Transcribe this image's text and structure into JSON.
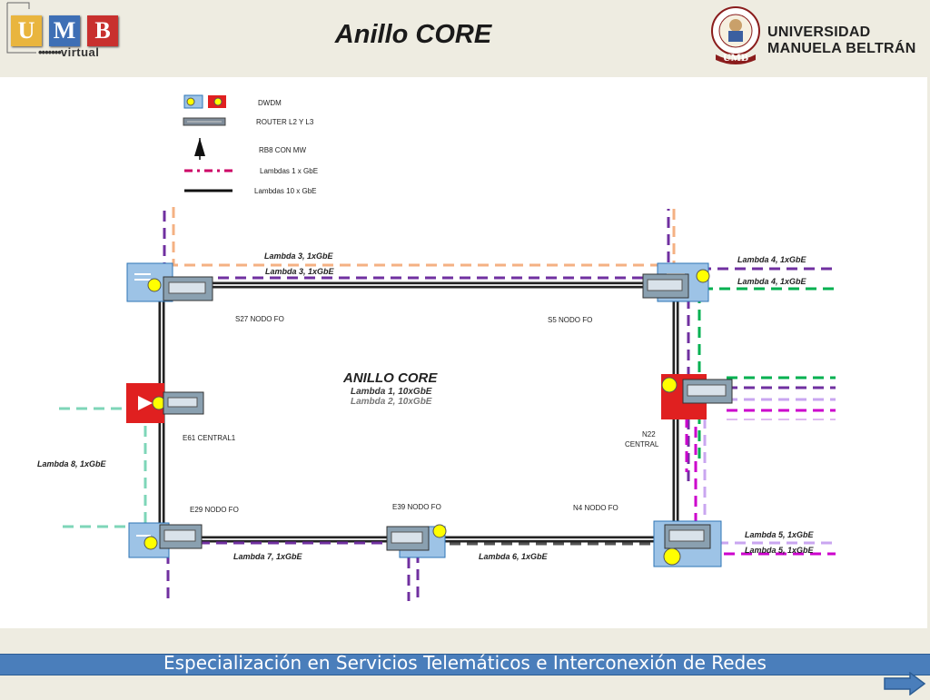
{
  "header": {
    "title": "Anillo CORE",
    "logo_left": {
      "letters": [
        "U",
        "M",
        "B"
      ],
      "sub": "virtual",
      "colors": [
        "#e9b53e",
        "#3e6fb5",
        "#c8302e"
      ]
    },
    "logo_right": {
      "line1": "UNIVERSIDAD",
      "line2": "MANUELA BELTRÁN",
      "seal_text": "UMB"
    }
  },
  "legend": [
    {
      "icon": "dwdm-icon",
      "label": "DWDM"
    },
    {
      "icon": "router-icon",
      "label": "ROUTER L2 Y L3"
    },
    {
      "icon": "antenna-icon",
      "label": "RB8 CON MW"
    },
    {
      "icon": "dashed-line-icon",
      "label": "Lambdas 1 x GbE"
    },
    {
      "icon": "solid-line-icon",
      "label": "Lambdas 10 x GbE"
    }
  ],
  "ring": {
    "title": "ANILLO CORE",
    "line1": "Lambda 1, 10xGbE",
    "line2": "Lambda 2, 10xGbE"
  },
  "nodes": {
    "s27": "S27 NODO FO",
    "s5": "S5 NODO FO",
    "e61": "E61 CENTRAL1",
    "n22_a": "N22",
    "n22_b": "CENTRAL",
    "e29": "E29 NODO FO",
    "e39": "E39 NODO FO",
    "n4": "N4 NODO FO"
  },
  "lambdas": {
    "l3a": "Lambda 3, 1xGbE",
    "l3b": "Lambda 3, 1xGbE",
    "l4a": "Lambda 4, 1xGbE",
    "l4b": "Lambda 4, 1xGbE",
    "l8": "Lambda 8, 1xGbE",
    "l7": "Lambda 7, 1xGbE",
    "l6": "Lambda 6, 1xGbE",
    "l5a": "Lambda 5, 1xGbE",
    "l5b": "Lambda 5, 1xGbE"
  },
  "footer": {
    "text": "Especialización en Servicios Telemáticos e Interconexión de Redes",
    "next_icon": "next-arrow-icon"
  },
  "colors": {
    "accent_blue": "#4a7ebb",
    "purple": "#7030a0",
    "peach": "#f4b183",
    "green": "#00b050",
    "magenta": "#cc00cc",
    "aqua": "#7ed6b8",
    "red": "#e02020",
    "ring_black": "#222222"
  }
}
